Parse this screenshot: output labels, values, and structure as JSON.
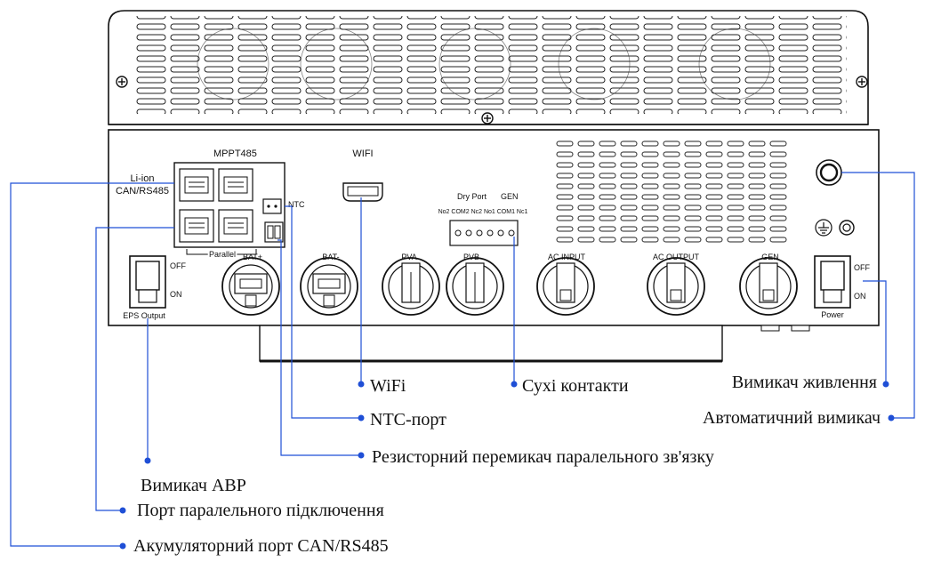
{
  "panel_labels": {
    "mppt485": "MPPT485",
    "li_ion": "Li-ion",
    "can_rs485": "CAN/RS485",
    "ntc": "NTC",
    "parallel": "Parallel",
    "wifi": "WIFI",
    "dry_port": "Dry Port",
    "gen_top": "GEN",
    "dry_pins": "No2 COM2 Nc2 No1 COM1 Nc1",
    "bat_plus": "BAT+",
    "bat_minus": "BAT-",
    "pva": "PVA",
    "pvb": "PVB",
    "ac_input": "AC INPUT",
    "ac_output": "AC OUTPUT",
    "gen": "GEN",
    "eps_off": "OFF",
    "eps_on": "ON",
    "eps_output": "EPS Output",
    "power_off": "OFF",
    "power_on": "ON",
    "power": "Power"
  },
  "callouts": {
    "wifi": "WiFi",
    "dry_contacts": "Сухі контакти",
    "power_switch": "Вимикач живлення",
    "breaker": "Автоматичний вимикач",
    "ntc_port": "NTC-порт",
    "parallel_resistor": "Резисторний перемикач паралельного зв'язку",
    "ats_switch": "Вимикач АВР",
    "parallel_port": "Порт паралельного підключення",
    "battery_port": "Акумуляторний порт  CAN/RS485"
  }
}
